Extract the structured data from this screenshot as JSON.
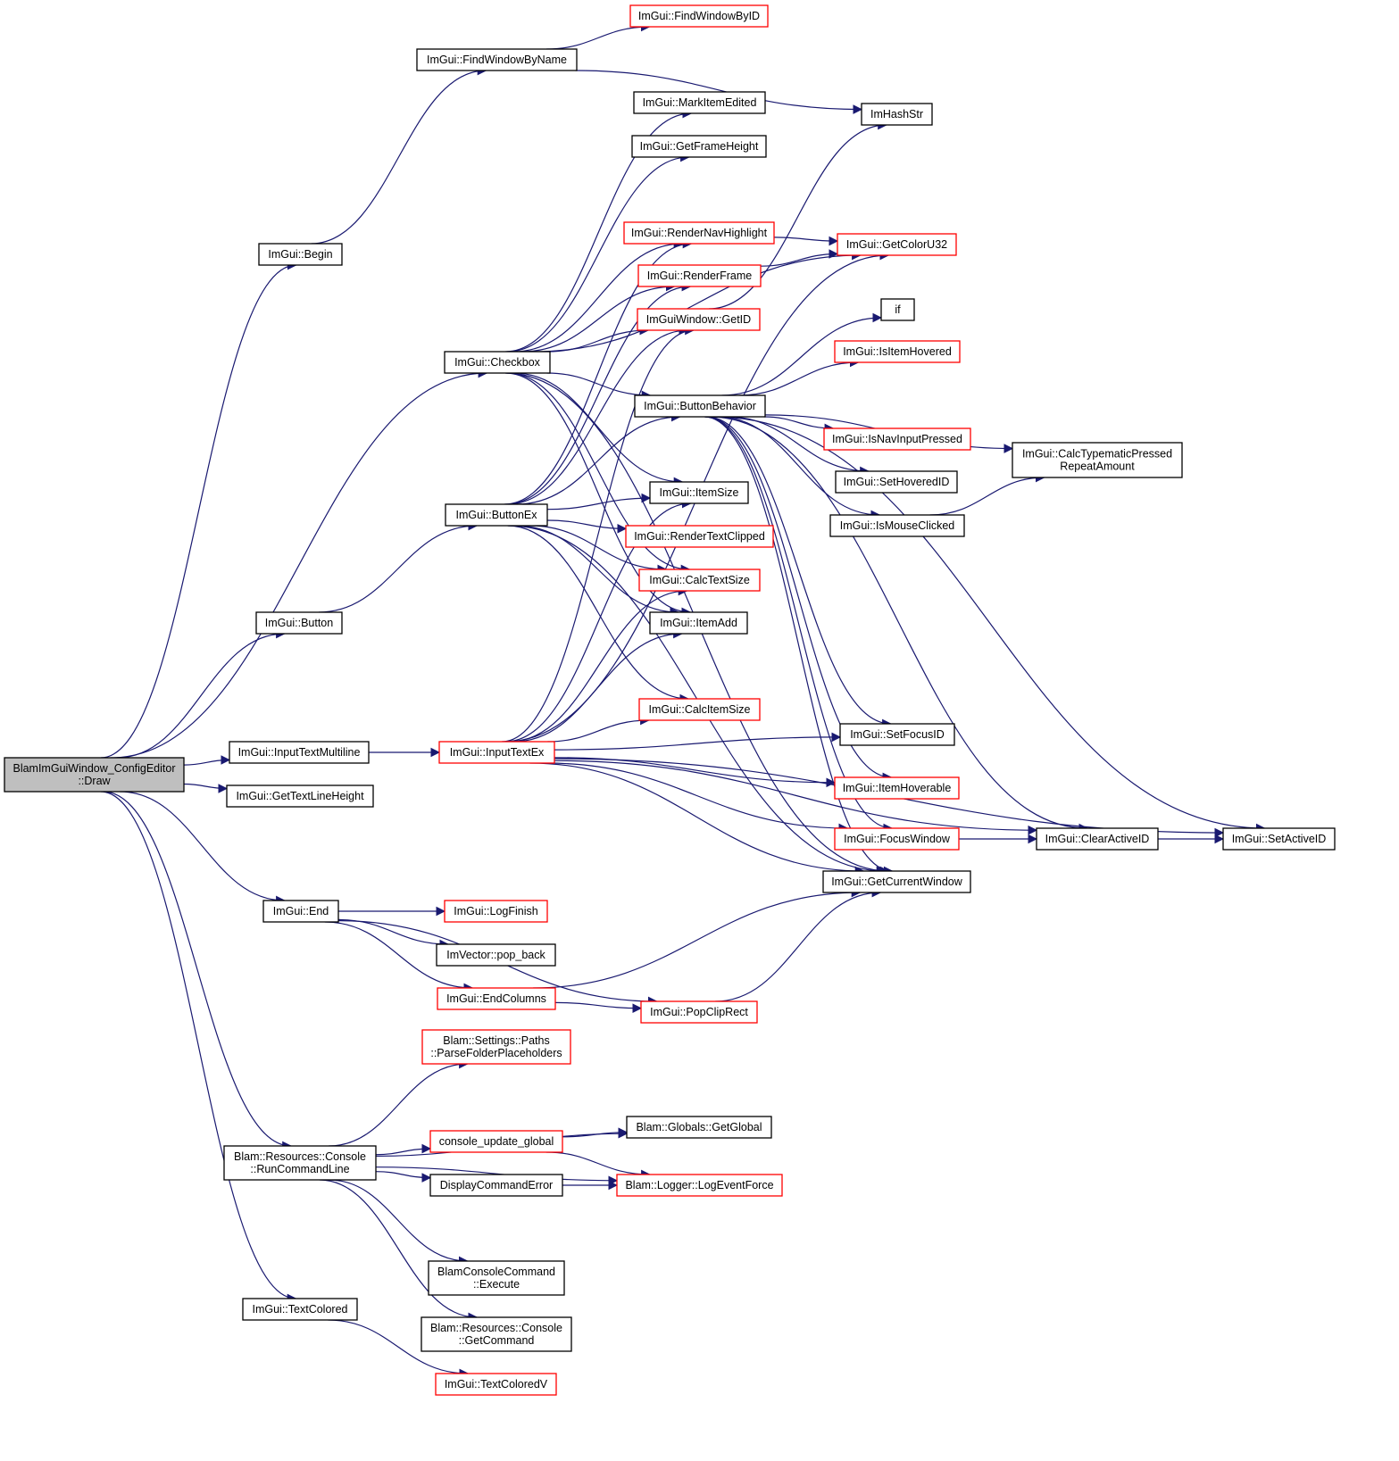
{
  "diagram": {
    "type": "call-graph",
    "colors": {
      "edge": "#191970",
      "node_border_black": "#000000",
      "node_border_red": "#ff0000",
      "node_fill": "#ffffff",
      "root_fill": "#bfbfbf"
    },
    "nodes": {
      "draw": {
        "label": [
          "BlamImGuiWindow_ConfigEditor",
          "::Draw"
        ],
        "style": "root"
      },
      "begin": {
        "label": [
          "ImGui::Begin"
        ],
        "style": "black"
      },
      "button": {
        "label": [
          "ImGui::Button"
        ],
        "style": "black"
      },
      "inputTextMultiline": {
        "label": [
          "ImGui::InputTextMultiline"
        ],
        "style": "black"
      },
      "getTextLineHeight": {
        "label": [
          "ImGui::GetTextLineHeight"
        ],
        "style": "black"
      },
      "end": {
        "label": [
          "ImGui::End"
        ],
        "style": "black"
      },
      "runCommandLine": {
        "label": [
          "Blam::Resources::Console",
          "::RunCommandLine"
        ],
        "style": "black"
      },
      "textColored": {
        "label": [
          "ImGui::TextColored"
        ],
        "style": "black"
      },
      "findWindowByName": {
        "label": [
          "ImGui::FindWindowByName"
        ],
        "style": "black"
      },
      "checkbox": {
        "label": [
          "ImGui::Checkbox"
        ],
        "style": "black"
      },
      "buttonEx": {
        "label": [
          "ImGui::ButtonEx"
        ],
        "style": "black"
      },
      "inputTextEx": {
        "label": [
          "ImGui::InputTextEx"
        ],
        "style": "red"
      },
      "logFinish": {
        "label": [
          "ImGui::LogFinish"
        ],
        "style": "red"
      },
      "popBack": {
        "label": [
          "ImVector::pop_back"
        ],
        "style": "black"
      },
      "endColumns": {
        "label": [
          "ImGui::EndColumns"
        ],
        "style": "red"
      },
      "parseFolder": {
        "label": [
          "Blam::Settings::Paths",
          "::ParseFolderPlaceholders"
        ],
        "style": "red"
      },
      "consoleUpdate": {
        "label": [
          "console_update_global"
        ],
        "style": "red"
      },
      "displayCmdError": {
        "label": [
          "DisplayCommandError"
        ],
        "style": "black"
      },
      "execute": {
        "label": [
          "BlamConsoleCommand",
          "::Execute"
        ],
        "style": "black"
      },
      "getCommand": {
        "label": [
          "Blam::Resources::Console",
          "::GetCommand"
        ],
        "style": "black"
      },
      "textColoredV": {
        "label": [
          "ImGui::TextColoredV"
        ],
        "style": "red"
      },
      "findWindowByID": {
        "label": [
          "ImGui::FindWindowByID"
        ],
        "style": "red"
      },
      "markItemEdited": {
        "label": [
          "ImGui::MarkItemEdited"
        ],
        "style": "black"
      },
      "getFrameHeight": {
        "label": [
          "ImGui::GetFrameHeight"
        ],
        "style": "black"
      },
      "renderNavHighlight": {
        "label": [
          "ImGui::RenderNavHighlight"
        ],
        "style": "red"
      },
      "renderFrame": {
        "label": [
          "ImGui::RenderFrame"
        ],
        "style": "red"
      },
      "getID": {
        "label": [
          "ImGuiWindow::GetID"
        ],
        "style": "red"
      },
      "buttonBehavior": {
        "label": [
          "ImGui::ButtonBehavior"
        ],
        "style": "black"
      },
      "itemSize": {
        "label": [
          "ImGui::ItemSize"
        ],
        "style": "black"
      },
      "renderTextClipped": {
        "label": [
          "ImGui::RenderTextClipped"
        ],
        "style": "red"
      },
      "calcTextSize": {
        "label": [
          "ImGui::CalcTextSize"
        ],
        "style": "red"
      },
      "itemAdd": {
        "label": [
          "ImGui::ItemAdd"
        ],
        "style": "black"
      },
      "calcItemSize": {
        "label": [
          "ImGui::CalcItemSize"
        ],
        "style": "red"
      },
      "popClipRect": {
        "label": [
          "ImGui::PopClipRect"
        ],
        "style": "red"
      },
      "getGlobal": {
        "label": [
          "Blam::Globals::GetGlobal"
        ],
        "style": "black"
      },
      "logEventForce": {
        "label": [
          "Blam::Logger::LogEventForce"
        ],
        "style": "red"
      },
      "imHashStr": {
        "label": [
          "ImHashStr"
        ],
        "style": "black"
      },
      "getColorU32": {
        "label": [
          "ImGui::GetColorU32"
        ],
        "style": "red"
      },
      "ifNode": {
        "label": [
          "if"
        ],
        "style": "black"
      },
      "isItemHovered": {
        "label": [
          "ImGui::IsItemHovered"
        ],
        "style": "red"
      },
      "isNavInputPressed": {
        "label": [
          "ImGui::IsNavInputPressed"
        ],
        "style": "red"
      },
      "setHoveredID": {
        "label": [
          "ImGui::SetHoveredID"
        ],
        "style": "black"
      },
      "isMouseClicked": {
        "label": [
          "ImGui::IsMouseClicked"
        ],
        "style": "black"
      },
      "setFocusID": {
        "label": [
          "ImGui::SetFocusID"
        ],
        "style": "black"
      },
      "itemHoverable": {
        "label": [
          "ImGui::ItemHoverable"
        ],
        "style": "red"
      },
      "focusWindow": {
        "label": [
          "ImGui::FocusWindow"
        ],
        "style": "red"
      },
      "getCurrentWindow": {
        "label": [
          "ImGui::GetCurrentWindow"
        ],
        "style": "black"
      },
      "calcTypematic": {
        "label": [
          "ImGui::CalcTypematicPressed",
          "RepeatAmount"
        ],
        "style": "black"
      },
      "clearActiveID": {
        "label": [
          "ImGui::ClearActiveID"
        ],
        "style": "black"
      },
      "setActiveID": {
        "label": [
          "ImGui::SetActiveID"
        ],
        "style": "black"
      }
    },
    "edges": [
      [
        "draw",
        "begin"
      ],
      [
        "draw",
        "button"
      ],
      [
        "draw",
        "inputTextMultiline"
      ],
      [
        "draw",
        "getTextLineHeight"
      ],
      [
        "draw",
        "end"
      ],
      [
        "draw",
        "runCommandLine"
      ],
      [
        "draw",
        "textColored"
      ],
      [
        "draw",
        "checkbox"
      ],
      [
        "begin",
        "findWindowByName"
      ],
      [
        "findWindowByName",
        "findWindowByID"
      ],
      [
        "findWindowByName",
        "imHashStr"
      ],
      [
        "button",
        "buttonEx"
      ],
      [
        "inputTextMultiline",
        "inputTextEx"
      ],
      [
        "checkbox",
        "markItemEdited"
      ],
      [
        "checkbox",
        "getFrameHeight"
      ],
      [
        "checkbox",
        "getColorU32"
      ],
      [
        "checkbox",
        "renderNavHighlight"
      ],
      [
        "checkbox",
        "renderFrame"
      ],
      [
        "checkbox",
        "getID"
      ],
      [
        "checkbox",
        "buttonBehavior"
      ],
      [
        "checkbox",
        "itemSize"
      ],
      [
        "checkbox",
        "calcTextSize"
      ],
      [
        "checkbox",
        "itemAdd"
      ],
      [
        "checkbox",
        "getCurrentWindow"
      ],
      [
        "buttonEx",
        "renderNavHighlight"
      ],
      [
        "buttonEx",
        "renderFrame"
      ],
      [
        "buttonEx",
        "getID"
      ],
      [
        "buttonEx",
        "buttonBehavior"
      ],
      [
        "buttonEx",
        "itemSize"
      ],
      [
        "buttonEx",
        "renderTextClipped"
      ],
      [
        "buttonEx",
        "calcTextSize"
      ],
      [
        "buttonEx",
        "itemAdd"
      ],
      [
        "buttonEx",
        "calcItemSize"
      ],
      [
        "buttonEx",
        "getCurrentWindow"
      ],
      [
        "inputTextEx",
        "getColorU32"
      ],
      [
        "inputTextEx",
        "getID"
      ],
      [
        "inputTextEx",
        "itemSize"
      ],
      [
        "inputTextEx",
        "calcTextSize"
      ],
      [
        "inputTextEx",
        "itemAdd"
      ],
      [
        "inputTextEx",
        "calcItemSize"
      ],
      [
        "inputTextEx",
        "setFocusID"
      ],
      [
        "inputTextEx",
        "itemHoverable"
      ],
      [
        "inputTextEx",
        "focusWindow"
      ],
      [
        "inputTextEx",
        "getCurrentWindow"
      ],
      [
        "inputTextEx",
        "clearActiveID"
      ],
      [
        "inputTextEx",
        "setActiveID"
      ],
      [
        "renderNavHighlight",
        "getColorU32"
      ],
      [
        "renderFrame",
        "getColorU32"
      ],
      [
        "getID",
        "imHashStr"
      ],
      [
        "buttonBehavior",
        "ifNode"
      ],
      [
        "buttonBehavior",
        "isItemHovered"
      ],
      [
        "buttonBehavior",
        "isNavInputPressed"
      ],
      [
        "buttonBehavior",
        "setHoveredID"
      ],
      [
        "buttonBehavior",
        "isMouseClicked"
      ],
      [
        "buttonBehavior",
        "calcTypematic"
      ],
      [
        "buttonBehavior",
        "setFocusID"
      ],
      [
        "buttonBehavior",
        "itemHoverable"
      ],
      [
        "buttonBehavior",
        "focusWindow"
      ],
      [
        "buttonBehavior",
        "getCurrentWindow"
      ],
      [
        "buttonBehavior",
        "clearActiveID"
      ],
      [
        "buttonBehavior",
        "setActiveID"
      ],
      [
        "isMouseClicked",
        "calcTypematic"
      ],
      [
        "focusWindow",
        "clearActiveID"
      ],
      [
        "clearActiveID",
        "setActiveID"
      ],
      [
        "end",
        "logFinish"
      ],
      [
        "end",
        "popBack"
      ],
      [
        "end",
        "endColumns"
      ],
      [
        "end",
        "popClipRect"
      ],
      [
        "endColumns",
        "popClipRect"
      ],
      [
        "endColumns",
        "getCurrentWindow"
      ],
      [
        "popClipRect",
        "getCurrentWindow"
      ],
      [
        "runCommandLine",
        "parseFolder"
      ],
      [
        "runCommandLine",
        "getGlobal"
      ],
      [
        "runCommandLine",
        "consoleUpdate"
      ],
      [
        "runCommandLine",
        "displayCmdError"
      ],
      [
        "runCommandLine",
        "logEventForce"
      ],
      [
        "runCommandLine",
        "execute"
      ],
      [
        "runCommandLine",
        "getCommand"
      ],
      [
        "consoleUpdate",
        "getGlobal"
      ],
      [
        "consoleUpdate",
        "logEventForce"
      ],
      [
        "displayCmdError",
        "logEventForce"
      ],
      [
        "textColored",
        "textColoredV"
      ]
    ]
  }
}
